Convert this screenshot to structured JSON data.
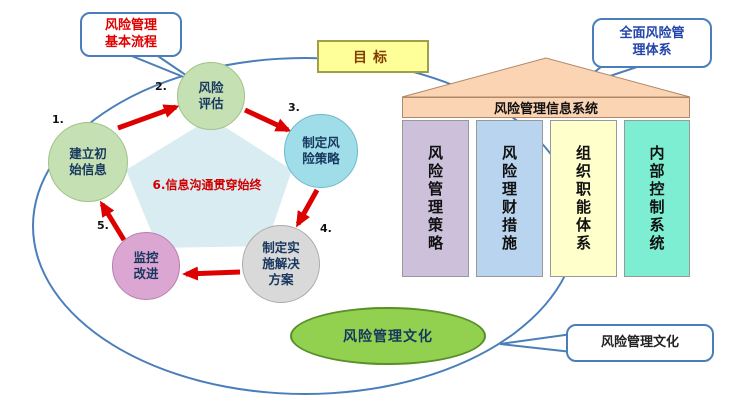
{
  "callouts": {
    "process": {
      "label": "风险管理\n基本流程"
    },
    "system": {
      "label": "全面风险管\n理体系"
    },
    "culture": {
      "label": "风险管理文化"
    }
  },
  "goal": {
    "label": "目标"
  },
  "cycle": {
    "note": "6.信息沟通贯穿始终",
    "steps": [
      {
        "num": "1.",
        "label": "建立初\n始信息",
        "color": "#c5e0b3"
      },
      {
        "num": "2.",
        "label": "风险\n评估",
        "color": "#c5e0b3"
      },
      {
        "num": "3.",
        "label": "制定风\n险策略",
        "color": "#9fdde8"
      },
      {
        "num": "4.",
        "label": "制定实\n施解决\n方案",
        "color": "#d9d9d9"
      },
      {
        "num": "5.",
        "label": "监控\n改进",
        "color": "#dca6d2"
      }
    ]
  },
  "house": {
    "banner": "风险管理信息系统",
    "pillars": [
      {
        "label": "风险管理策略",
        "color": "#ccc0da"
      },
      {
        "label": "风险理财措施",
        "color": "#b8d4ee"
      },
      {
        "label": "组织职能体系",
        "color": "#ffffcc"
      },
      {
        "label": "内部控制系统",
        "color": "#7deed2"
      }
    ]
  },
  "culture": {
    "label": "风险管理文化",
    "color": "#92d050"
  },
  "colors": {
    "outline_blue": "#4a7ebb",
    "arrow_red": "#dd0000",
    "roof_peach": "#fbd4b4",
    "goal_fill": "#ffff99",
    "pentagon_fill": "#d9ecf2",
    "culture_green": "#92d050"
  }
}
